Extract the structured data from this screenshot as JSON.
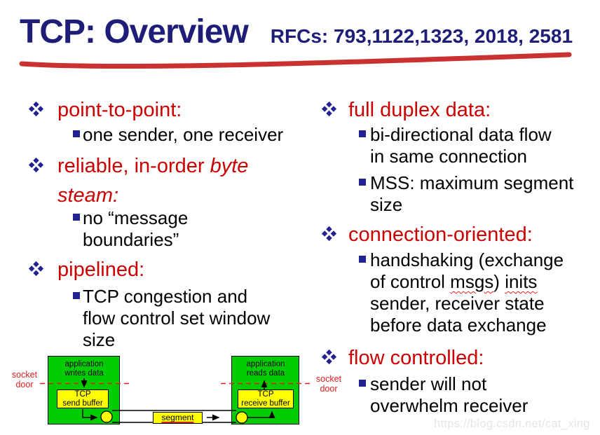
{
  "title": {
    "main": "TCP: Overview",
    "rfcs": "RFCs: 793,1122,1323, 2018, 2581"
  },
  "colors": {
    "title_navy": "#1e1e78",
    "heading_red": "#cc0000",
    "bullet_navy": "#222292",
    "diagram_green": "#00cc00",
    "diagram_yellow": "#ffff00",
    "socket_red": "#e02020",
    "swoosh_red": "#c93230"
  },
  "columns": {
    "left": {
      "items": [
        {
          "type": "heading",
          "text": "point-to-point:"
        },
        {
          "type": "sub",
          "text": "one sender, one receiver"
        },
        {
          "type": "heading",
          "text_normal": "reliable, in-order ",
          "text_italic": "byte\nsteam:"
        },
        {
          "type": "sub",
          "text": "no “message\nboundaries”"
        },
        {
          "type": "heading",
          "text": "pipelined:"
        },
        {
          "type": "sub",
          "text": "TCP congestion and\nflow control set window\nsize"
        }
      ]
    },
    "right": {
      "items": [
        {
          "type": "heading",
          "text": "full duplex data:"
        },
        {
          "type": "sub",
          "text": "bi-directional data flow\nin same connection"
        },
        {
          "type": "sub",
          "text": "MSS: maximum segment\nsize"
        },
        {
          "type": "heading",
          "text": "connection-oriented:"
        },
        {
          "type": "sub",
          "parts": [
            "handshaking (exchange\nof control ",
            "msgs",
            ") ",
            "inits",
            "\nsender, receiver state\nbefore data exchange"
          ]
        },
        {
          "type": "heading",
          "text": "flow controlled:"
        },
        {
          "type": "sub",
          "text": "sender will not\noverwhelm receiver"
        }
      ]
    }
  },
  "diagram": {
    "sender": {
      "app_label": "application\nwrites data",
      "buffer_label": "TCP\nsend buffer"
    },
    "receiver": {
      "app_label": "application\nreads data",
      "buffer_label": "TCP\nreceive buffer"
    },
    "segment_label": "segment",
    "socket_door_left": "socket\ndoor",
    "socket_door_right": "socket\ndoor"
  },
  "watermark": "https://blog.csdn.net/cat_xing"
}
